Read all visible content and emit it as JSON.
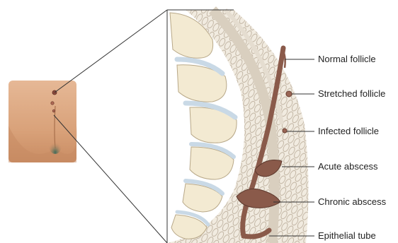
{
  "figure": {
    "labels": [
      "Normal follicle",
      "Stretched follicle",
      "Infected follicle",
      "Acute abscess",
      "Chronic abscess",
      "Epithelial tube"
    ]
  },
  "colors": {
    "skin": "#d9a27a",
    "skin_shadow": "#b97c55",
    "bone": "#f3ead2",
    "cartilage": "#c9d9e6",
    "tissue": "#efe8dc",
    "lesion": "#8a5a4a",
    "leader": "#333333"
  }
}
